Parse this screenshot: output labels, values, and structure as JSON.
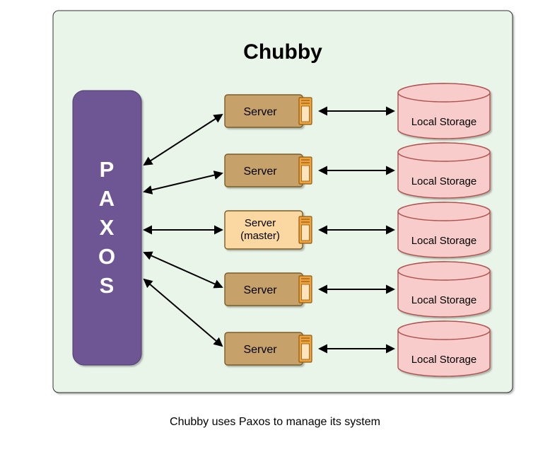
{
  "diagram": {
    "title": "Chubby",
    "caption": "Chubby uses Paxos to manage its system",
    "paxos": {
      "label": "PAXOS",
      "letters": [
        "P",
        "A",
        "X",
        "O",
        "S"
      ]
    },
    "rows": [
      {
        "server": "Server",
        "storage": "Local Storage"
      },
      {
        "server": "Server",
        "storage": "Local Storage"
      },
      {
        "server": "Server",
        "server_line2": "(master)",
        "storage": "Local Storage"
      },
      {
        "server": "Server",
        "storage": "Local Storage"
      },
      {
        "server": "Server",
        "storage": "Local Storage"
      }
    ],
    "icons": {
      "server": "server-tower-icon"
    },
    "colors": {
      "background": "#e9f5e8",
      "container_stroke": "#333333",
      "paxos_fill": "#6e5493",
      "paxos_stroke": "#503c70",
      "server_fill": "#c6a16b",
      "server_stroke": "#7a5c28",
      "master_fill": "#fbd7a1",
      "storage_fill": "#f8cccb",
      "storage_stroke": "#b05250",
      "icon_fill": "#f2a13c",
      "icon_stroke": "#8a5c10",
      "arrow_color": "#000000"
    }
  }
}
